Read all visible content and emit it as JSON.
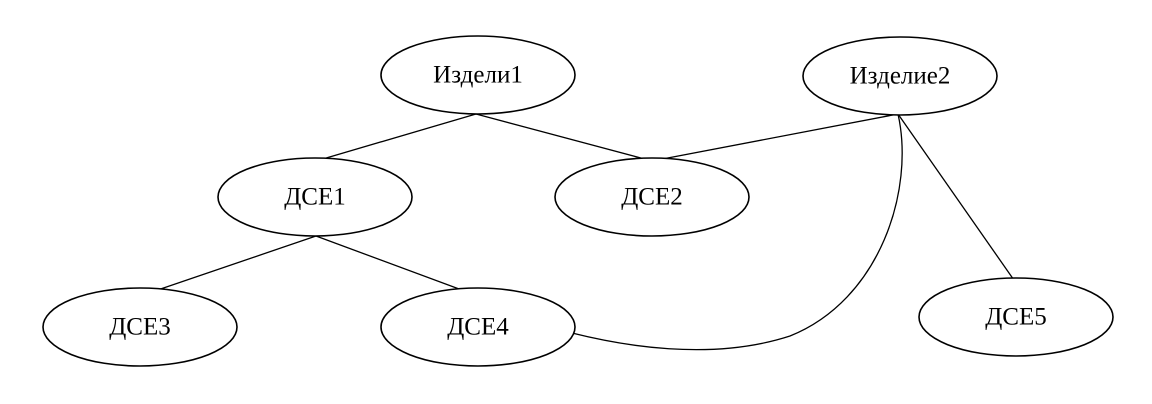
{
  "diagram": {
    "nodes": [
      {
        "id": "n1",
        "label": "Издели1"
      },
      {
        "id": "n2",
        "label": "Изделие2"
      },
      {
        "id": "d1",
        "label": "ДСЕ1"
      },
      {
        "id": "d2",
        "label": "ДСЕ2"
      },
      {
        "id": "d3",
        "label": "ДСЕ3"
      },
      {
        "id": "d4",
        "label": "ДСЕ4"
      },
      {
        "id": "d5",
        "label": "ДСЕ5"
      }
    ],
    "edges": [
      {
        "from": "n1",
        "to": "d1"
      },
      {
        "from": "n1",
        "to": "d2"
      },
      {
        "from": "n2",
        "to": "d2"
      },
      {
        "from": "n2",
        "to": "d4"
      },
      {
        "from": "n2",
        "to": "d5"
      },
      {
        "from": "d1",
        "to": "d3"
      },
      {
        "from": "d1",
        "to": "d4"
      }
    ],
    "colors": {
      "stroke": "#000000",
      "fill": "#ffffff",
      "text": "#000000"
    }
  }
}
